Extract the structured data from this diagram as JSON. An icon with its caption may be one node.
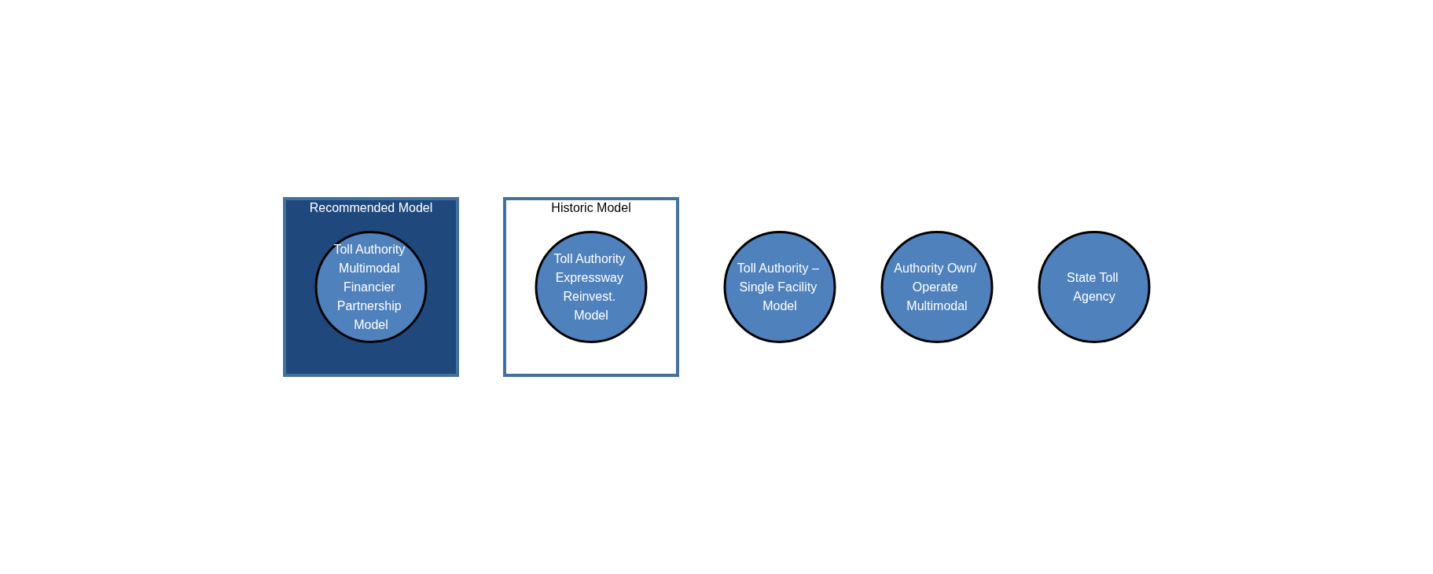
{
  "diagram": {
    "nodes": [
      {
        "text": [
          "Toll Authority – Single Facility Model"
        ]
      },
      {
        "text": [
          "Historic Model"
        ]
      },
      {
        "text": [
          "Toll Authority Expressway Reinvest. Model"
        ],
        "in": 1
      },
      {
        "text": [
          "Recommended Model"
        ]
      },
      {
        "text": [
          "Toll Authority Multimodal Financier Partnership Model"
        ],
        "in": 3
      },
      {
        "text": [
          "Authority Own/ Operate Multimodal"
        ]
      },
      {
        "text": [
          "State Toll Agency"
        ]
      }
    ]
  }
}
